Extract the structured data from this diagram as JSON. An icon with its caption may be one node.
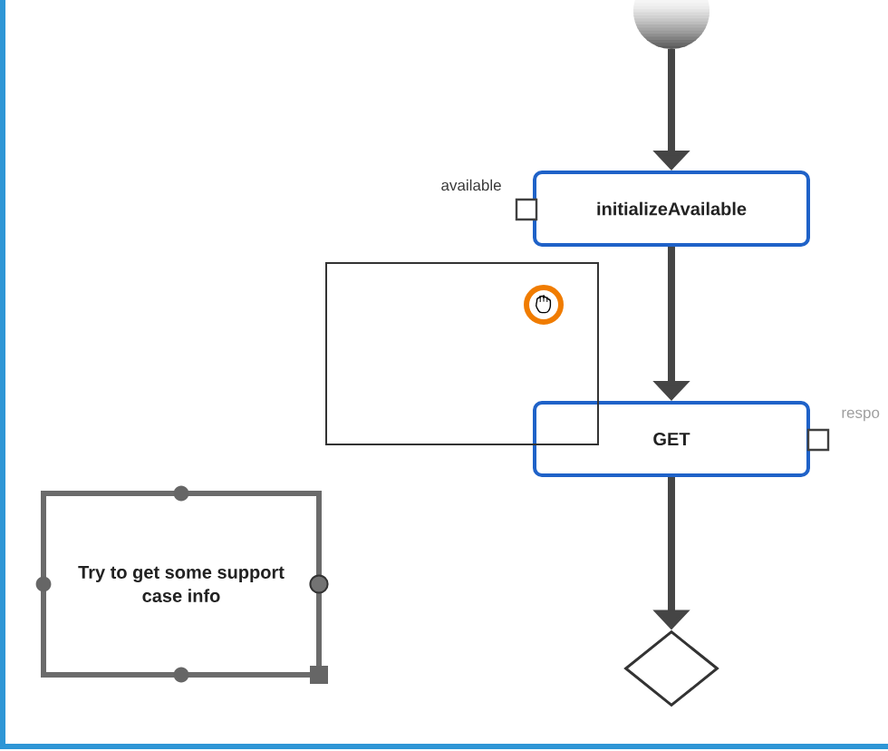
{
  "diagram": {
    "nodes": [
      {
        "text": [],
        "shape": "circle"
      },
      {
        "text": [
          "initializeAvailable"
        ],
        "beside": [
          "available"
        ]
      },
      {
        "text": [],
        "shape": "box"
      },
      {
        "text": [
          "GET"
        ],
        "beside": [
          "respo"
        ]
      },
      {
        "text": [
          "Try to get some support case info"
        ]
      },
      {
        "text": [],
        "shape": "diamond"
      }
    ],
    "edges": [
      {
        "from": 0,
        "to": 1,
        "arrow": "to"
      },
      {
        "from": 1,
        "to": 3,
        "arrow": "to"
      },
      {
        "from": 3,
        "to": 5,
        "arrow": "to"
      }
    ]
  }
}
